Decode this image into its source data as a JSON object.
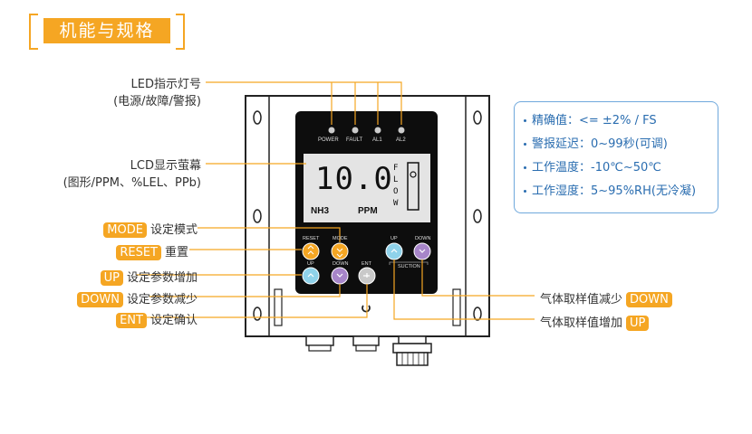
{
  "title": "机能与规格",
  "left_labels": {
    "led_line1": "LED指示灯号",
    "led_line2": "(电源/故障/警报)",
    "lcd_line1": "LCD显示萤幕",
    "lcd_line2": "(图形/PPM、%LEL、PPb)",
    "mode_tag": "MODE",
    "mode_text": "设定模式",
    "reset_tag": "RESET",
    "reset_text": "重置",
    "up_tag": "UP",
    "up_text": "设定参数增加",
    "down_tag": "DOWN",
    "down_text": "设定参数减少",
    "ent_tag": "ENT",
    "ent_text": "设定确认"
  },
  "right_labels": {
    "suction_down_text": "气体取样值减少",
    "suction_down_tag": "DOWN",
    "suction_up_text": "气体取样值增加",
    "suction_up_tag": "UP"
  },
  "specs": [
    "精确值：<= ±2% / FS",
    "警报延迟：0~99秒(可调)",
    "工作温度：-10℃~50℃",
    "工作湿度：5~95%RH(无冷凝)"
  ],
  "device": {
    "led_labels": [
      "POWER",
      "FAULT",
      "AL1",
      "AL2"
    ],
    "lcd_value": "10.0",
    "lcd_gas": "NH3",
    "lcd_unit": "PPM",
    "lcd_flow": [
      "F",
      "L",
      "O",
      "W"
    ],
    "btn_reset": "RESET",
    "btn_mode": "MODE",
    "btn_up": "UP",
    "btn_down": "DOWN",
    "btn_ent": "ENT",
    "btn_suction_up": "UP",
    "btn_suction_down": "DOWN",
    "suction_label": "SUCTION"
  },
  "colors": {
    "accent": "#f5a623",
    "spec_blue": "#2a6db0"
  }
}
